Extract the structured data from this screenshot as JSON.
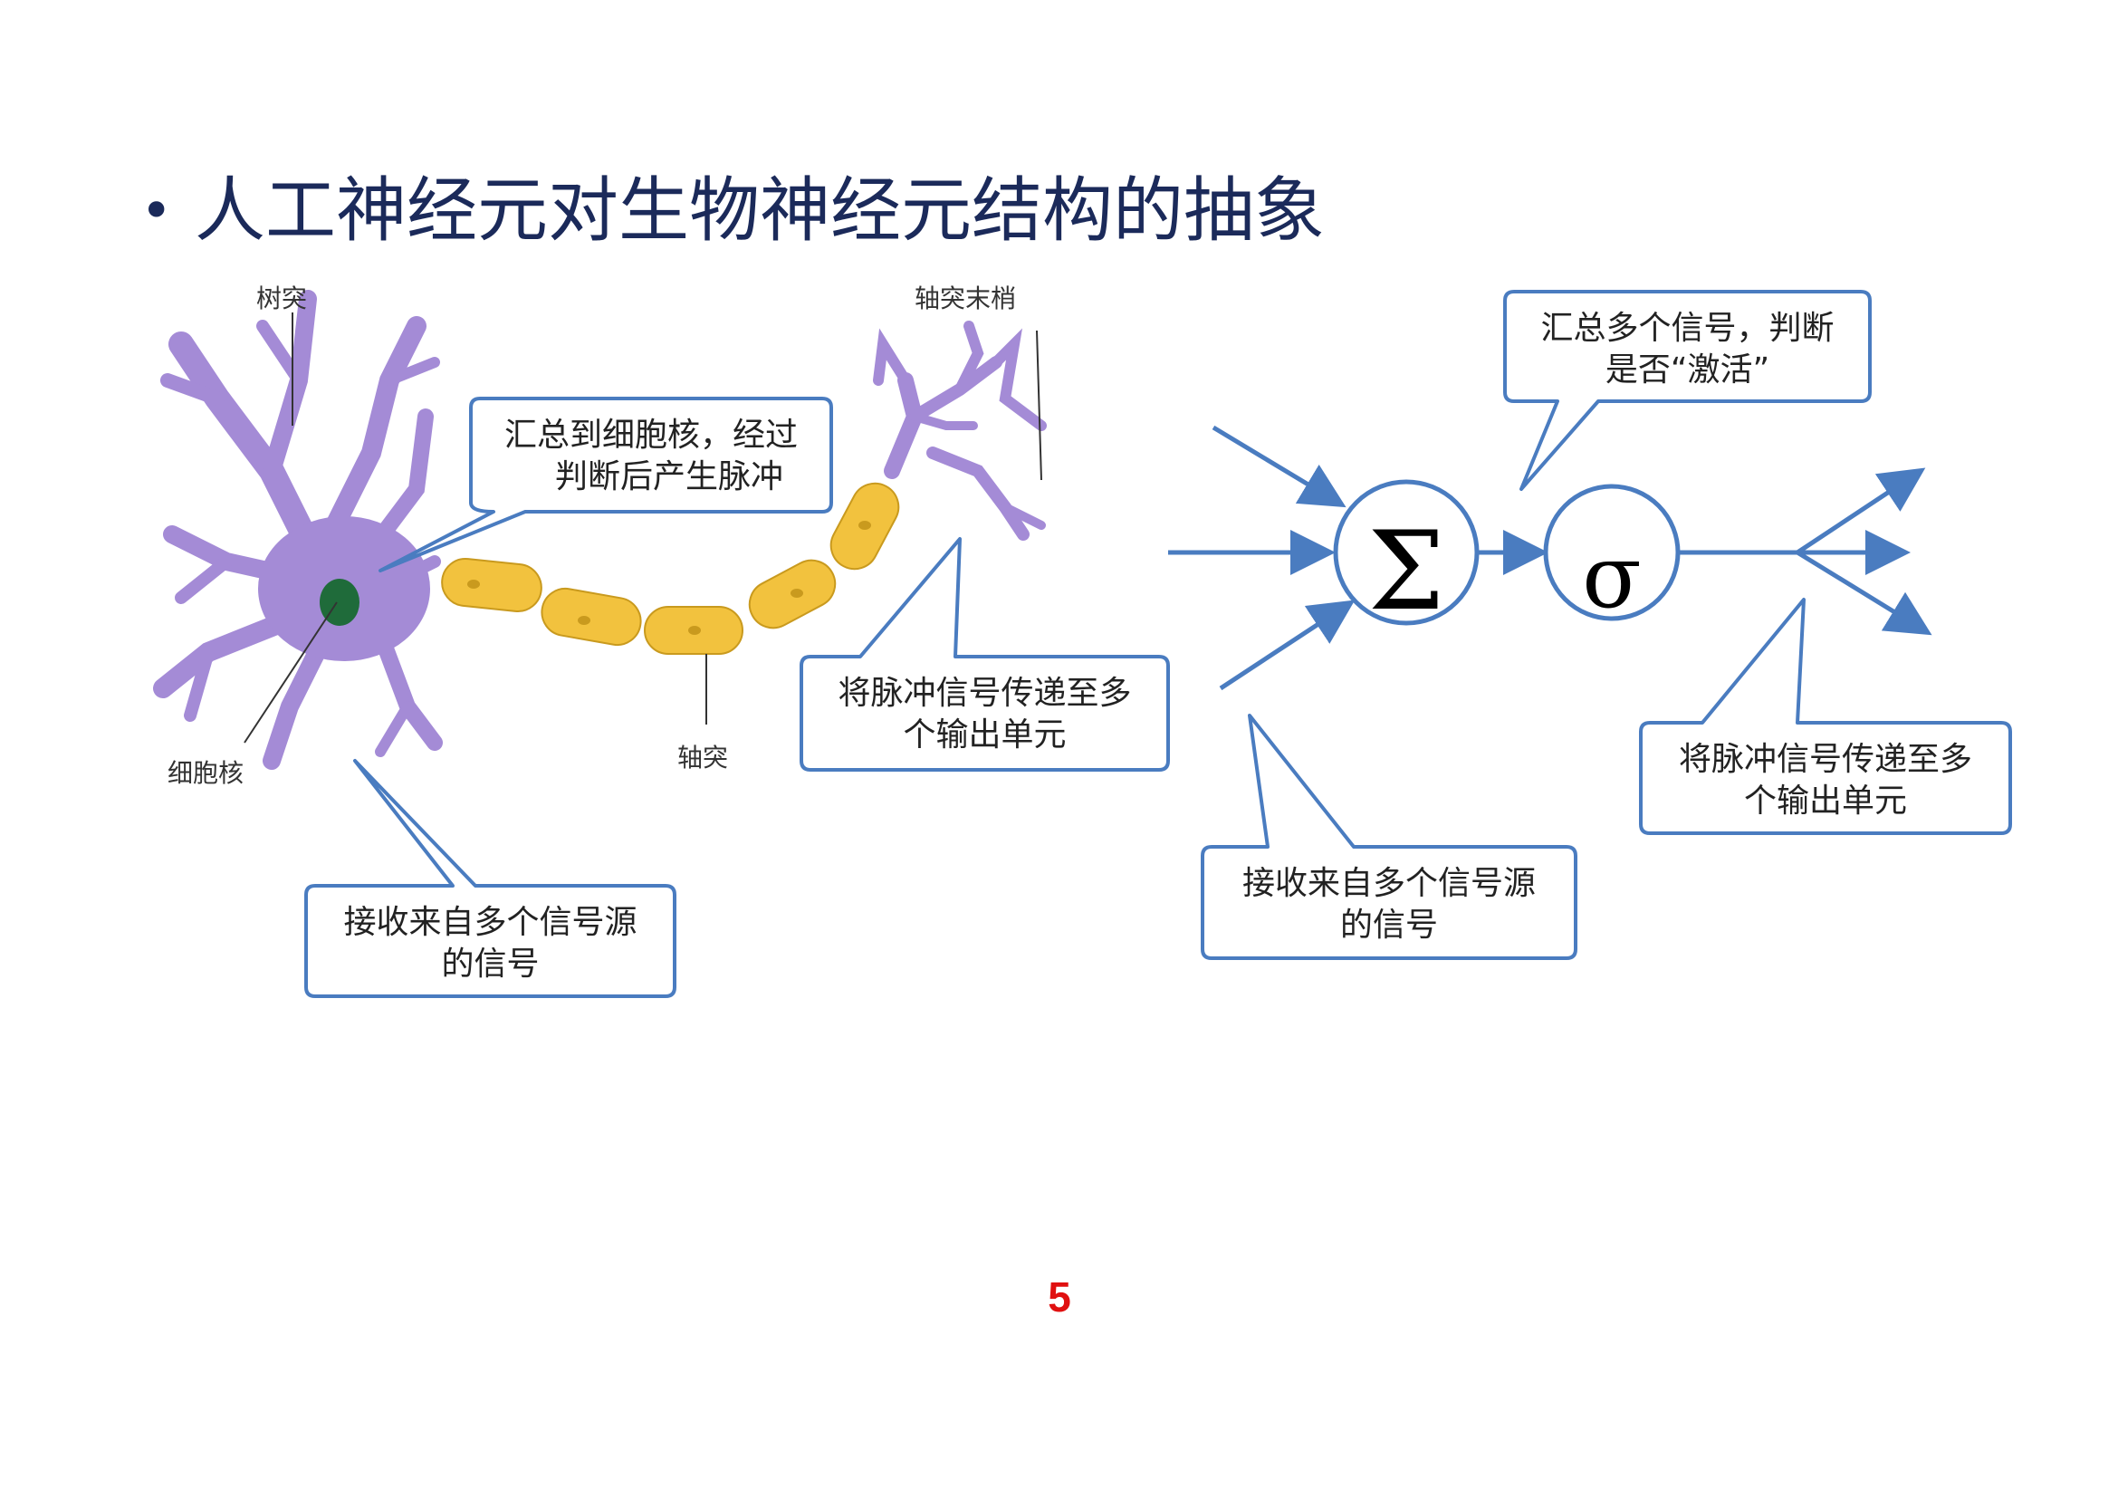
{
  "title": "人工神经元对生物神经元结构的抽象",
  "bullet": "•",
  "page_number": "5",
  "neuron_labels": {
    "dendrite": "树突",
    "axon_terminal": "轴突末梢",
    "nucleus": "细胞核",
    "axon": "轴突"
  },
  "callouts": {
    "bio_sum": [
      "汇总到细胞核，经过",
      "判断后产生脉冲"
    ],
    "bio_receive": [
      "接收来自多个信号源",
      "的信号"
    ],
    "bio_transmit": [
      "将脉冲信号传递至多",
      "个输出单元"
    ],
    "art_activate": [
      "汇总多个信号，判断",
      "是否“激活”"
    ],
    "art_receive": [
      "接收来自多个信号源",
      "的信号"
    ],
    "art_transmit": [
      "将脉冲信号传递至多",
      "个输出单元"
    ]
  },
  "symbols": {
    "sum": "Σ",
    "activation": "σ"
  },
  "colors": {
    "title": "#1b2a5a",
    "bubble_border": "#4a7cc0",
    "arrow": "#4a7cc0",
    "dendrite": "#a48bd6",
    "axon_segment": "#f2c23e",
    "nucleus": "#1f6b3a",
    "page_number": "#e01010"
  }
}
